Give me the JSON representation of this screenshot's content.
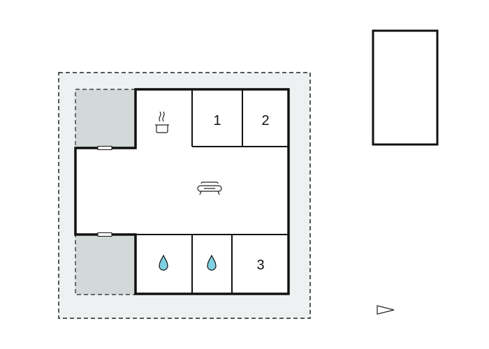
{
  "floorplan": {
    "rooms": [
      {
        "id": "kitchen",
        "icon": "cooking-pot-icon",
        "label": ""
      },
      {
        "id": "bedroom-1",
        "icon": "",
        "label": "1"
      },
      {
        "id": "bedroom-2",
        "icon": "",
        "label": "2"
      },
      {
        "id": "living",
        "icon": "sofa-icon",
        "label": ""
      },
      {
        "id": "bathroom-1",
        "icon": "water-drop-icon",
        "label": ""
      },
      {
        "id": "bathroom-2",
        "icon": "water-drop-icon",
        "label": ""
      },
      {
        "id": "bedroom-3",
        "icon": "",
        "label": "3"
      }
    ],
    "compass": {
      "icon": "north-arrow-icon"
    },
    "colors": {
      "wall": "#111111",
      "terrace_shade": "#d3d8d8",
      "outdoor_area": "#edf1f1",
      "water_drop": "#7fd0e2",
      "background": "#ffffff"
    }
  }
}
